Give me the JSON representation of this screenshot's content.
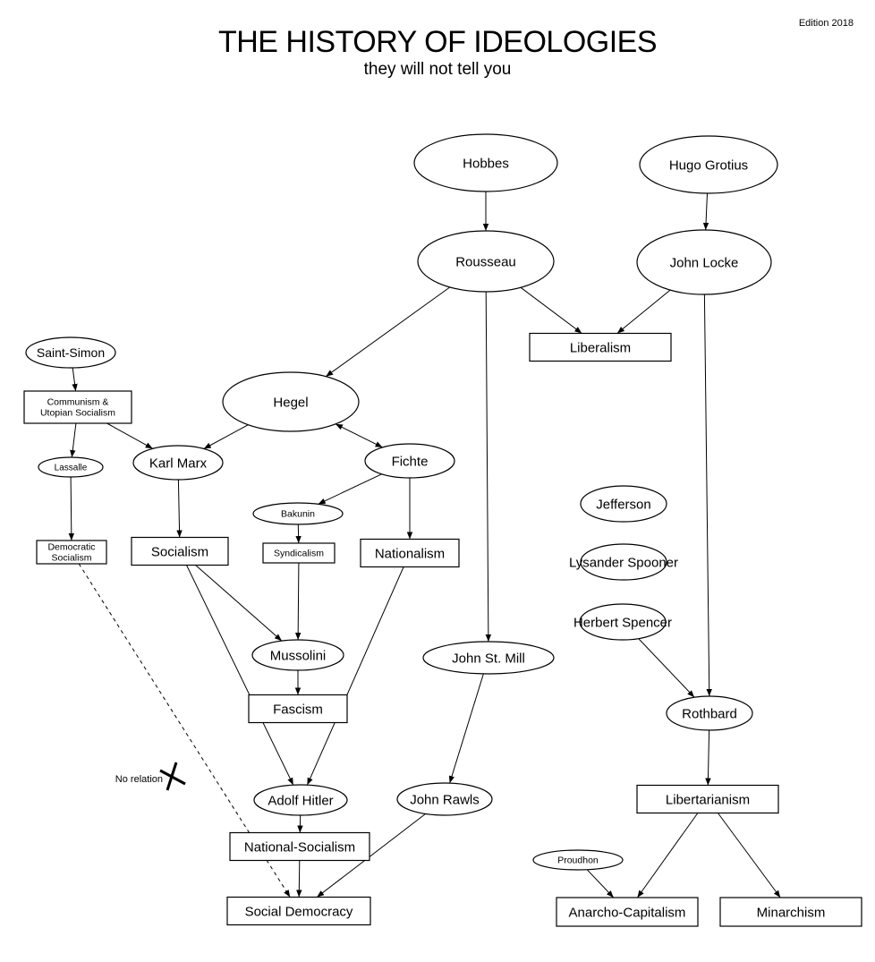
{
  "header": {
    "title": "THE HISTORY OF IDEOLOGIES",
    "subtitle": "they will not tell you",
    "edition": "Edition 2018"
  },
  "annotation": {
    "no_relation": "No relation"
  },
  "nodes": {
    "hobbes": {
      "label": [
        "Hobbes"
      ],
      "shape": "ellipse"
    },
    "grotius": {
      "label": [
        "Hugo Grotius"
      ],
      "shape": "ellipse"
    },
    "rousseau": {
      "label": [
        "Rousseau"
      ],
      "shape": "ellipse"
    },
    "locke": {
      "label": [
        "John Locke"
      ],
      "shape": "ellipse"
    },
    "liberalism": {
      "label": [
        "Liberalism"
      ],
      "shape": "box"
    },
    "saint_simon": {
      "label": [
        "Saint-Simon"
      ],
      "shape": "ellipse"
    },
    "communism": {
      "label": [
        "Communism &",
        "Utopian Socialism"
      ],
      "shape": "box"
    },
    "hegel": {
      "label": [
        "Hegel"
      ],
      "shape": "ellipse"
    },
    "lassalle": {
      "label": [
        "Lassalle"
      ],
      "shape": "ellipse"
    },
    "marx": {
      "label": [
        "Karl Marx"
      ],
      "shape": "ellipse"
    },
    "fichte": {
      "label": [
        "Fichte"
      ],
      "shape": "ellipse"
    },
    "bakunin": {
      "label": [
        "Bakunin"
      ],
      "shape": "ellipse"
    },
    "jefferson": {
      "label": [
        "Jefferson"
      ],
      "shape": "ellipse"
    },
    "democratic_socialism": {
      "label": [
        "Democratic",
        "Socialism"
      ],
      "shape": "box"
    },
    "socialism": {
      "label": [
        "Socialism"
      ],
      "shape": "box"
    },
    "syndicalism": {
      "label": [
        "Syndicalism"
      ],
      "shape": "box"
    },
    "nationalism": {
      "label": [
        "Nationalism"
      ],
      "shape": "box"
    },
    "spooner": {
      "label": [
        "Lysander Spooner"
      ],
      "shape": "ellipse"
    },
    "spencer": {
      "label": [
        "Herbert Spencer"
      ],
      "shape": "ellipse"
    },
    "mussolini": {
      "label": [
        "Mussolini"
      ],
      "shape": "ellipse"
    },
    "mill": {
      "label": [
        "John St. Mill"
      ],
      "shape": "ellipse"
    },
    "fascism": {
      "label": [
        "Fascism"
      ],
      "shape": "box"
    },
    "rothbard": {
      "label": [
        "Rothbard"
      ],
      "shape": "ellipse"
    },
    "libertarianism": {
      "label": [
        "Libertarianism"
      ],
      "shape": "box"
    },
    "hitler": {
      "label": [
        "Adolf Hitler"
      ],
      "shape": "ellipse"
    },
    "rawls": {
      "label": [
        "John Rawls"
      ],
      "shape": "ellipse"
    },
    "national_socialism": {
      "label": [
        "National-Socialism"
      ],
      "shape": "box"
    },
    "proudhon": {
      "label": [
        "Proudhon"
      ],
      "shape": "ellipse"
    },
    "social_democracy": {
      "label": [
        "Social Democracy"
      ],
      "shape": "box"
    },
    "anarcho_capitalism": {
      "label": [
        "Anarcho-Capitalism"
      ],
      "shape": "box"
    },
    "minarchism": {
      "label": [
        "Minarchism"
      ],
      "shape": "box"
    }
  },
  "edges": [
    {
      "from": "hobbes",
      "to": "rousseau"
    },
    {
      "from": "grotius",
      "to": "locke"
    },
    {
      "from": "rousseau",
      "to": "liberalism"
    },
    {
      "from": "locke",
      "to": "liberalism"
    },
    {
      "from": "rousseau",
      "to": "hegel"
    },
    {
      "from": "rousseau",
      "to": "mill"
    },
    {
      "from": "locke",
      "to": "rothbard"
    },
    {
      "from": "saint_simon",
      "to": "communism"
    },
    {
      "from": "communism",
      "to": "marx"
    },
    {
      "from": "communism",
      "to": "lassalle"
    },
    {
      "from": "lassalle",
      "to": "democratic_socialism"
    },
    {
      "from": "hegel",
      "to": "marx"
    },
    {
      "from": "hegel",
      "to": "fichte",
      "bidirectional": true
    },
    {
      "from": "fichte",
      "to": "bakunin"
    },
    {
      "from": "fichte",
      "to": "nationalism"
    },
    {
      "from": "marx",
      "to": "socialism"
    },
    {
      "from": "bakunin",
      "to": "syndicalism"
    },
    {
      "from": "syndicalism",
      "to": "mussolini"
    },
    {
      "from": "socialism",
      "to": "mussolini"
    },
    {
      "from": "socialism",
      "to": "hitler"
    },
    {
      "from": "nationalism",
      "to": "hitler"
    },
    {
      "from": "mussolini",
      "to": "fascism"
    },
    {
      "from": "hitler",
      "to": "national_socialism"
    },
    {
      "from": "national_socialism",
      "to": "social_democracy"
    },
    {
      "from": "mill",
      "to": "rawls"
    },
    {
      "from": "rawls",
      "to": "social_democracy"
    },
    {
      "from": "spencer",
      "to": "rothbard"
    },
    {
      "from": "rothbard",
      "to": "libertarianism"
    },
    {
      "from": "libertarianism",
      "to": "anarcho_capitalism"
    },
    {
      "from": "libertarianism",
      "to": "minarchism"
    },
    {
      "from": "proudhon",
      "to": "anarcho_capitalism"
    },
    {
      "from": "democratic_socialism",
      "to": "social_democracy",
      "dashed": true,
      "crossed": true
    }
  ]
}
